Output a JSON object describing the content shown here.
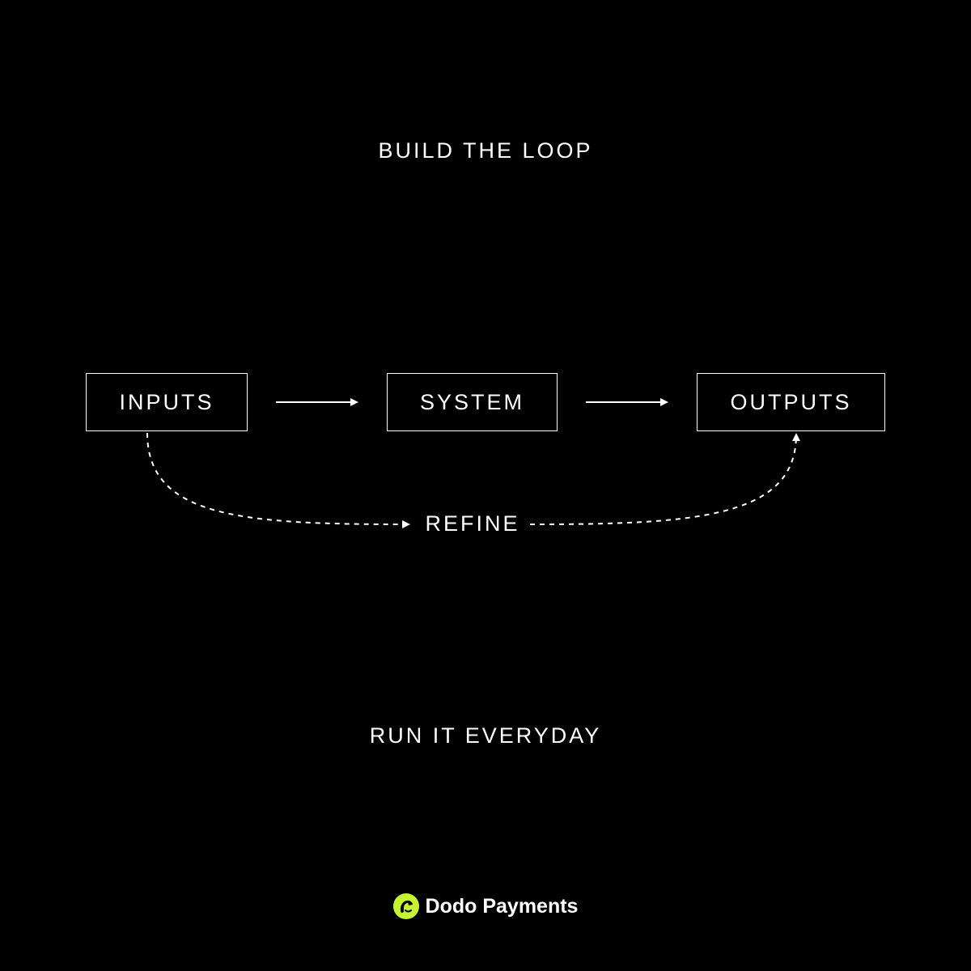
{
  "title": "BUILD THE LOOP",
  "nodes": {
    "inputs": "INPUTS",
    "system": "SYSTEM",
    "outputs": "OUTPUTS"
  },
  "feedback_label": "REFINE",
  "footer_text": "RUN IT EVERYDAY",
  "brand": {
    "name": "Dodo Payments",
    "logo_icon": "dodo-bird-logo-icon",
    "accent_color": "#c6f432"
  },
  "colors": {
    "background": "#000000",
    "foreground": "#ffffff"
  }
}
